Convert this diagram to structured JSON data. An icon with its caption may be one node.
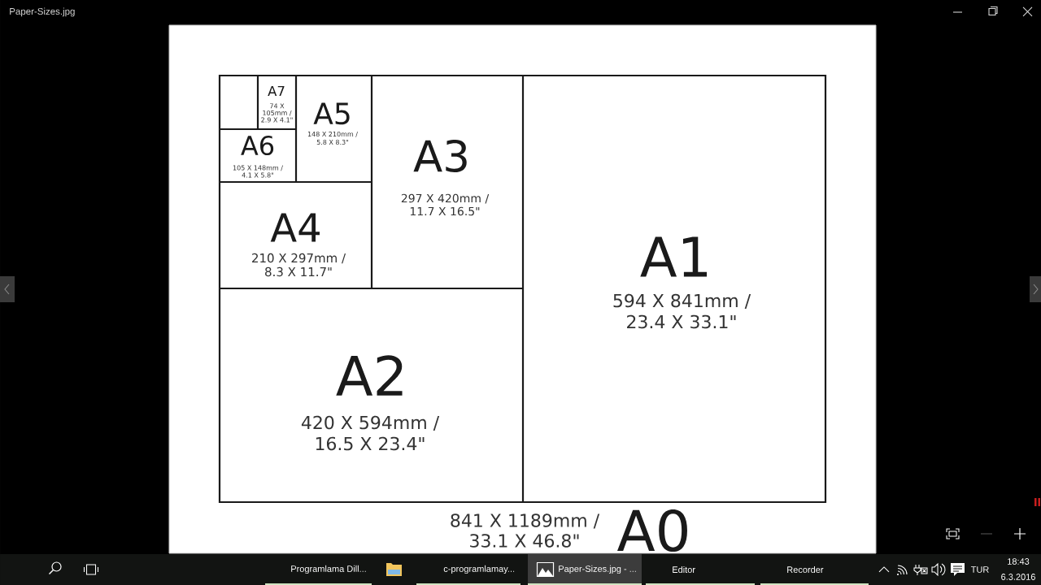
{
  "diagram": {
    "nodes": [
      {
        "text": [
          "841 X 1189mm / 33.1 X 46.8\"",
          "A0"
        ]
      },
      {
        "text": [
          "A1",
          "594 X 841mm / 23.4 X 33.1\""
        ],
        "in": 0
      },
      {
        "text": [
          "A2",
          "420 X 594mm / 16.5 X 23.4\""
        ],
        "in": 0
      },
      {
        "text": [
          "A3",
          "297 X 420mm / 11.7 X 16.5\""
        ],
        "in": 0
      },
      {
        "text": [
          "A4",
          "210 X 297mm / 8.3 X 11.7\""
        ],
        "in": 0
      },
      {
        "text": [
          "A5",
          "148 X 210mm / 5.8 X 8.3\""
        ],
        "in": 0
      },
      {
        "text": [
          "A6",
          "105 X 148mm / 4.1 X 5.8\""
        ],
        "in": 0
      },
      {
        "text": [
          "A7",
          "74 X 105mm / 2.9 X 4.1\""
        ],
        "in": 0
      },
      {
        "text": [],
        "shape": "box",
        "in": 0
      }
    ],
    "labels": [
      "Paper-Sizes.jpg",
      "Programlama Dill...",
      "c-programlamay...",
      "Paper-Sizes.jpg - ...",
      "Editor",
      "Recorder",
      "TUR",
      "18:43",
      "6.3.2016"
    ]
  }
}
